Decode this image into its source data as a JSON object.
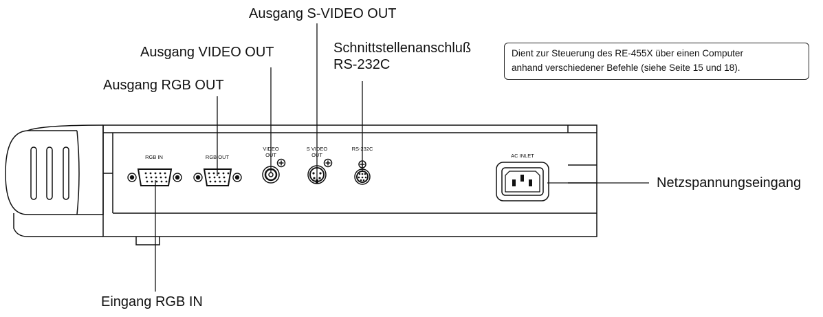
{
  "callouts": {
    "s_video_out": "Ausgang S-VIDEO OUT",
    "video_out": "Ausgang VIDEO OUT",
    "rs232c_line1": "Schnittstellenanschluß",
    "rs232c_line2": "RS-232C",
    "rgb_out": "Ausgang RGB OUT",
    "ac_inlet": "Netzspannungseingang",
    "rgb_in": "Eingang RGB IN"
  },
  "note": {
    "line1": "Dient zur Steuerung des RE-455X über einen Computer",
    "line2": "anhand verschiedener Befehle (siehe Seite 15 und 18)."
  },
  "panel_labels": {
    "rgb_in": "RGB IN",
    "rgb_out": "RGB OUT",
    "video_out_1": "VIDEO",
    "video_out_2": "OUT",
    "s_video_1": "S VIDEO",
    "s_video_2": "OUT",
    "rs232c": "RS-232C",
    "ac_inlet": "AC INLET"
  }
}
